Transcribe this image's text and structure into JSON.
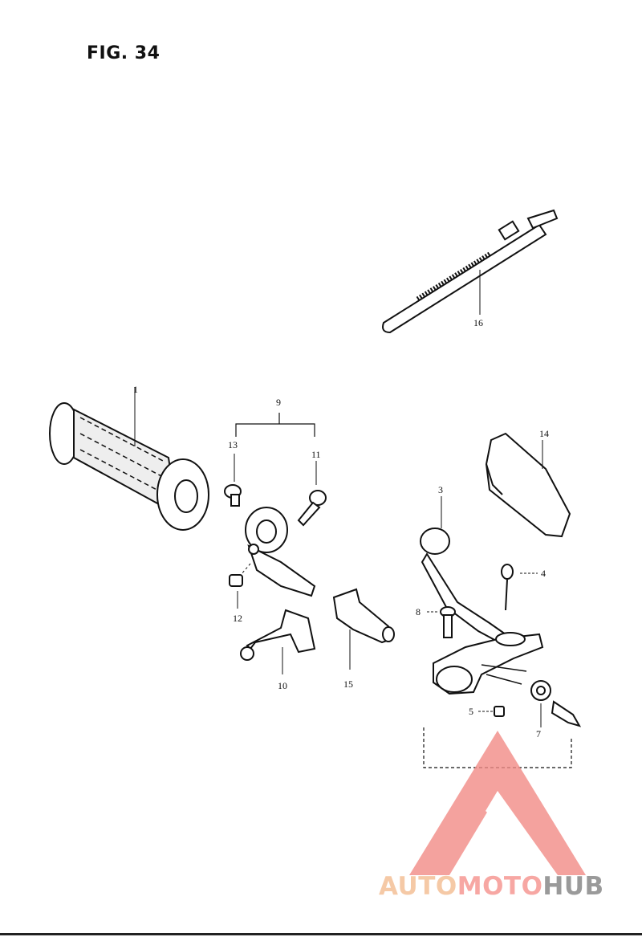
{
  "figure": {
    "title": "FIG. 34"
  },
  "callouts": [
    {
      "id": "16",
      "label": "16"
    },
    {
      "id": "1",
      "label": "1"
    },
    {
      "id": "9",
      "label": "9"
    },
    {
      "id": "13",
      "label": "13"
    },
    {
      "id": "11",
      "label": "11"
    },
    {
      "id": "14",
      "label": "14"
    },
    {
      "id": "3",
      "label": "3"
    },
    {
      "id": "4",
      "label": "4"
    },
    {
      "id": "8",
      "label": "8"
    },
    {
      "id": "12",
      "label": "12"
    },
    {
      "id": "10",
      "label": "10"
    },
    {
      "id": "15",
      "label": "15"
    },
    {
      "id": "5",
      "label": "5"
    },
    {
      "id": "7",
      "label": "7"
    }
  ],
  "watermark": {
    "part1": "AUTO",
    "part2": "MOTO",
    "part3": "HUB",
    "colors": {
      "auto": "#f5c9a6",
      "moto": "#f7a7a3",
      "hub": "#9a9a9a",
      "logo": "#f28c86"
    }
  }
}
